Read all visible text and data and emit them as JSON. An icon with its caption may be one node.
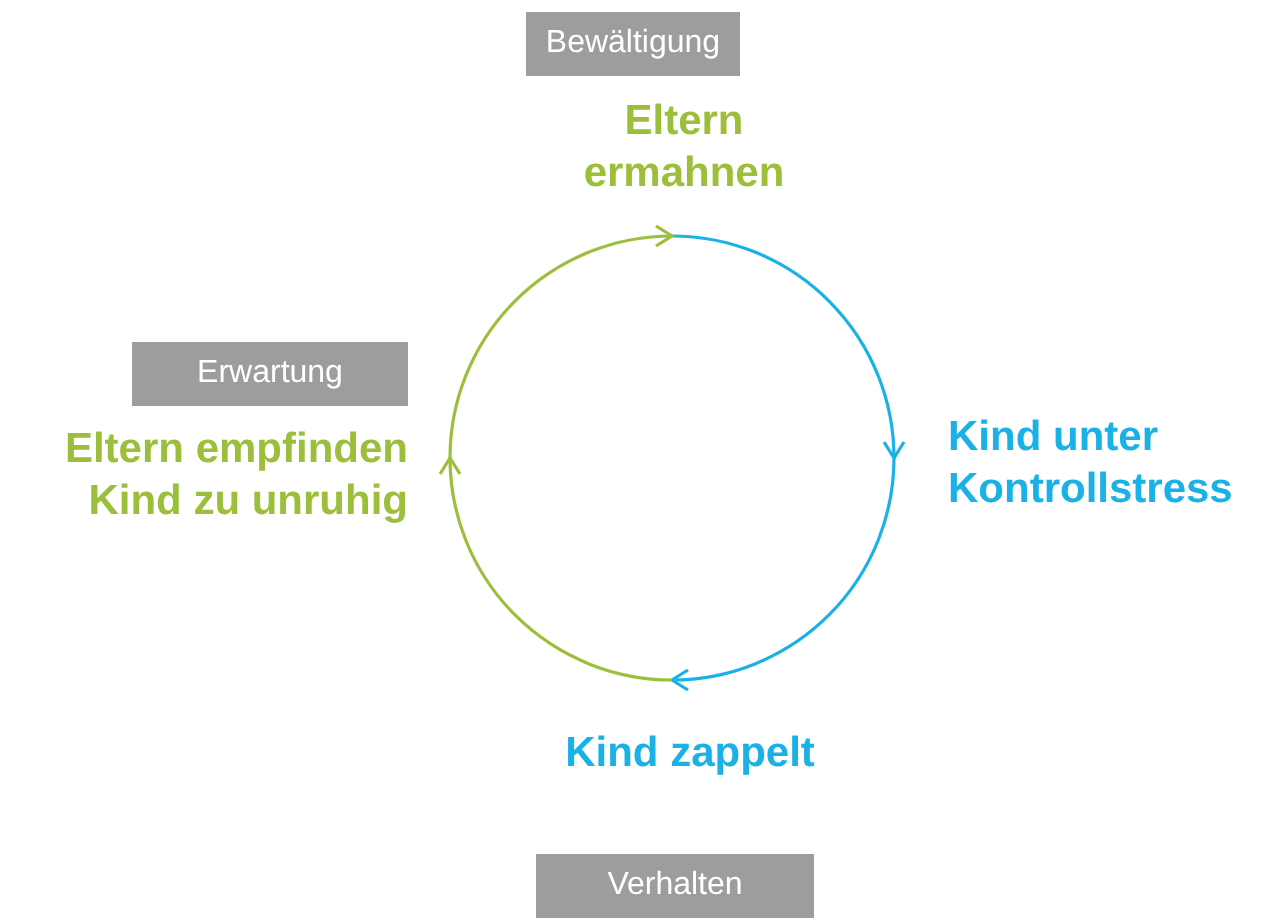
{
  "diagram": {
    "nodes": [
      {
        "text": [
          "Bewältigung"
        ]
      },
      {
        "text": [
          "Eltern ermahnen"
        ]
      },
      {
        "text": [
          "Erwartung"
        ]
      },
      {
        "text": [
          "Eltern empfinden Kind zu unruhig"
        ]
      },
      {
        "text": [
          "Kind unter Kontrollstress"
        ]
      },
      {
        "text": [
          "Kind zappelt"
        ]
      },
      {
        "text": [
          "Verhalten"
        ]
      }
    ],
    "edges": [
      {
        "from": 1,
        "to": 4,
        "arrow": "to",
        "color": "#1ab1e6"
      },
      {
        "from": 4,
        "to": 5,
        "arrow": "to",
        "color": "#1ab1e6"
      },
      {
        "from": 5,
        "to": 3,
        "arrow": "to",
        "color": "#9bbf3b"
      },
      {
        "from": 3,
        "to": 1,
        "arrow": "to",
        "color": "#9bbf3b"
      }
    ]
  }
}
